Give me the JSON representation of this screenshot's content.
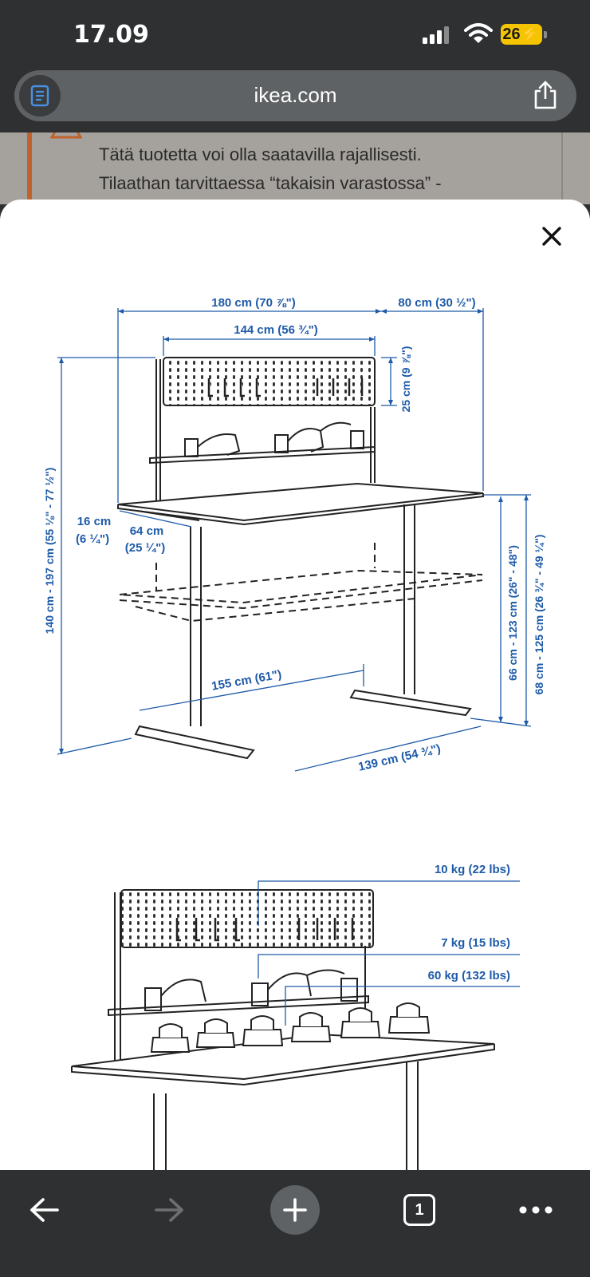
{
  "status_bar": {
    "time": "17.09",
    "battery": "26"
  },
  "browser": {
    "url": "ikea.com",
    "tab_count": "1"
  },
  "background_page": {
    "notice_line1": "Tätä tuotetta voi olla saatavilla rajallisesti.",
    "notice_line2": "Tilaathan tarvittaessa “takaisin varastossa” -"
  },
  "diagram_dimensions": {
    "width_total": "180 cm (70 ⅞\")",
    "depth_total": "80 cm (30 ½\")",
    "panel_width": "144 cm (56 ¾\")",
    "panel_height": "25 cm (9 ⅞\")",
    "overall_height": "140 cm - 197 cm (55 ⅛\" - 77 ½\")",
    "offset_16": "16 cm",
    "offset_16_in": "(6 ¼\")",
    "offset_64": "64 cm",
    "offset_64_in": "(25 ¼\")",
    "height_range_1": "66 cm - 123 cm (26\" - 48\")",
    "height_range_2": "68 cm - 125 cm (26 ¾\" - 49 ¼\")",
    "leg_span": "155 cm (61\")",
    "foot_span": "139 cm (54 ¾\")"
  },
  "load_labels": {
    "panel_load": "10 kg (22 lbs)",
    "arm_load": "7 kg (15 lbs)",
    "desk_load": "60 kg (132 lbs)"
  },
  "colors": {
    "dimension_blue": "#1d5aa8",
    "battery_yellow": "#f5c400",
    "warning_orange": "#c0622b"
  }
}
